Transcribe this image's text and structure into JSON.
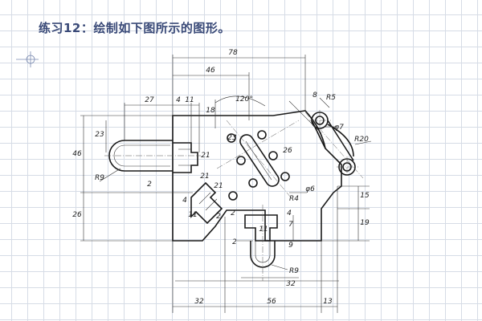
{
  "title": "练习12：绘制如下图所示的图形。",
  "dimensions": {
    "d78": "78",
    "d46_top": "46",
    "d27": "27",
    "d4_top": "4",
    "d11_top": "11",
    "d18": "18",
    "d120": "120°",
    "d8": "8",
    "r5": "R5",
    "phi7": "φ7",
    "r20": "R20",
    "d23": "23",
    "d46_left": "46",
    "d21_mid": "21",
    "d2_mid": "2",
    "r9_left": "R9",
    "d26_left": "26",
    "d23_slot": "23",
    "d26_slot": "26",
    "r4": "R4",
    "phi6": "φ6",
    "d15": "15",
    "d19": "19",
    "d11_bot": "11",
    "d4_bot": "4",
    "d7": "7",
    "d9": "9",
    "d2_bot": "2",
    "r9_bot": "R9",
    "d32_bot": "32",
    "d32_base": "32",
    "d56": "56",
    "d13": "13",
    "d21_diag1": "21",
    "d21_diag2": "21",
    "d4_diag": "4",
    "d11_diag": "11",
    "d2_diag": "2",
    "d2_diag2": "2"
  }
}
